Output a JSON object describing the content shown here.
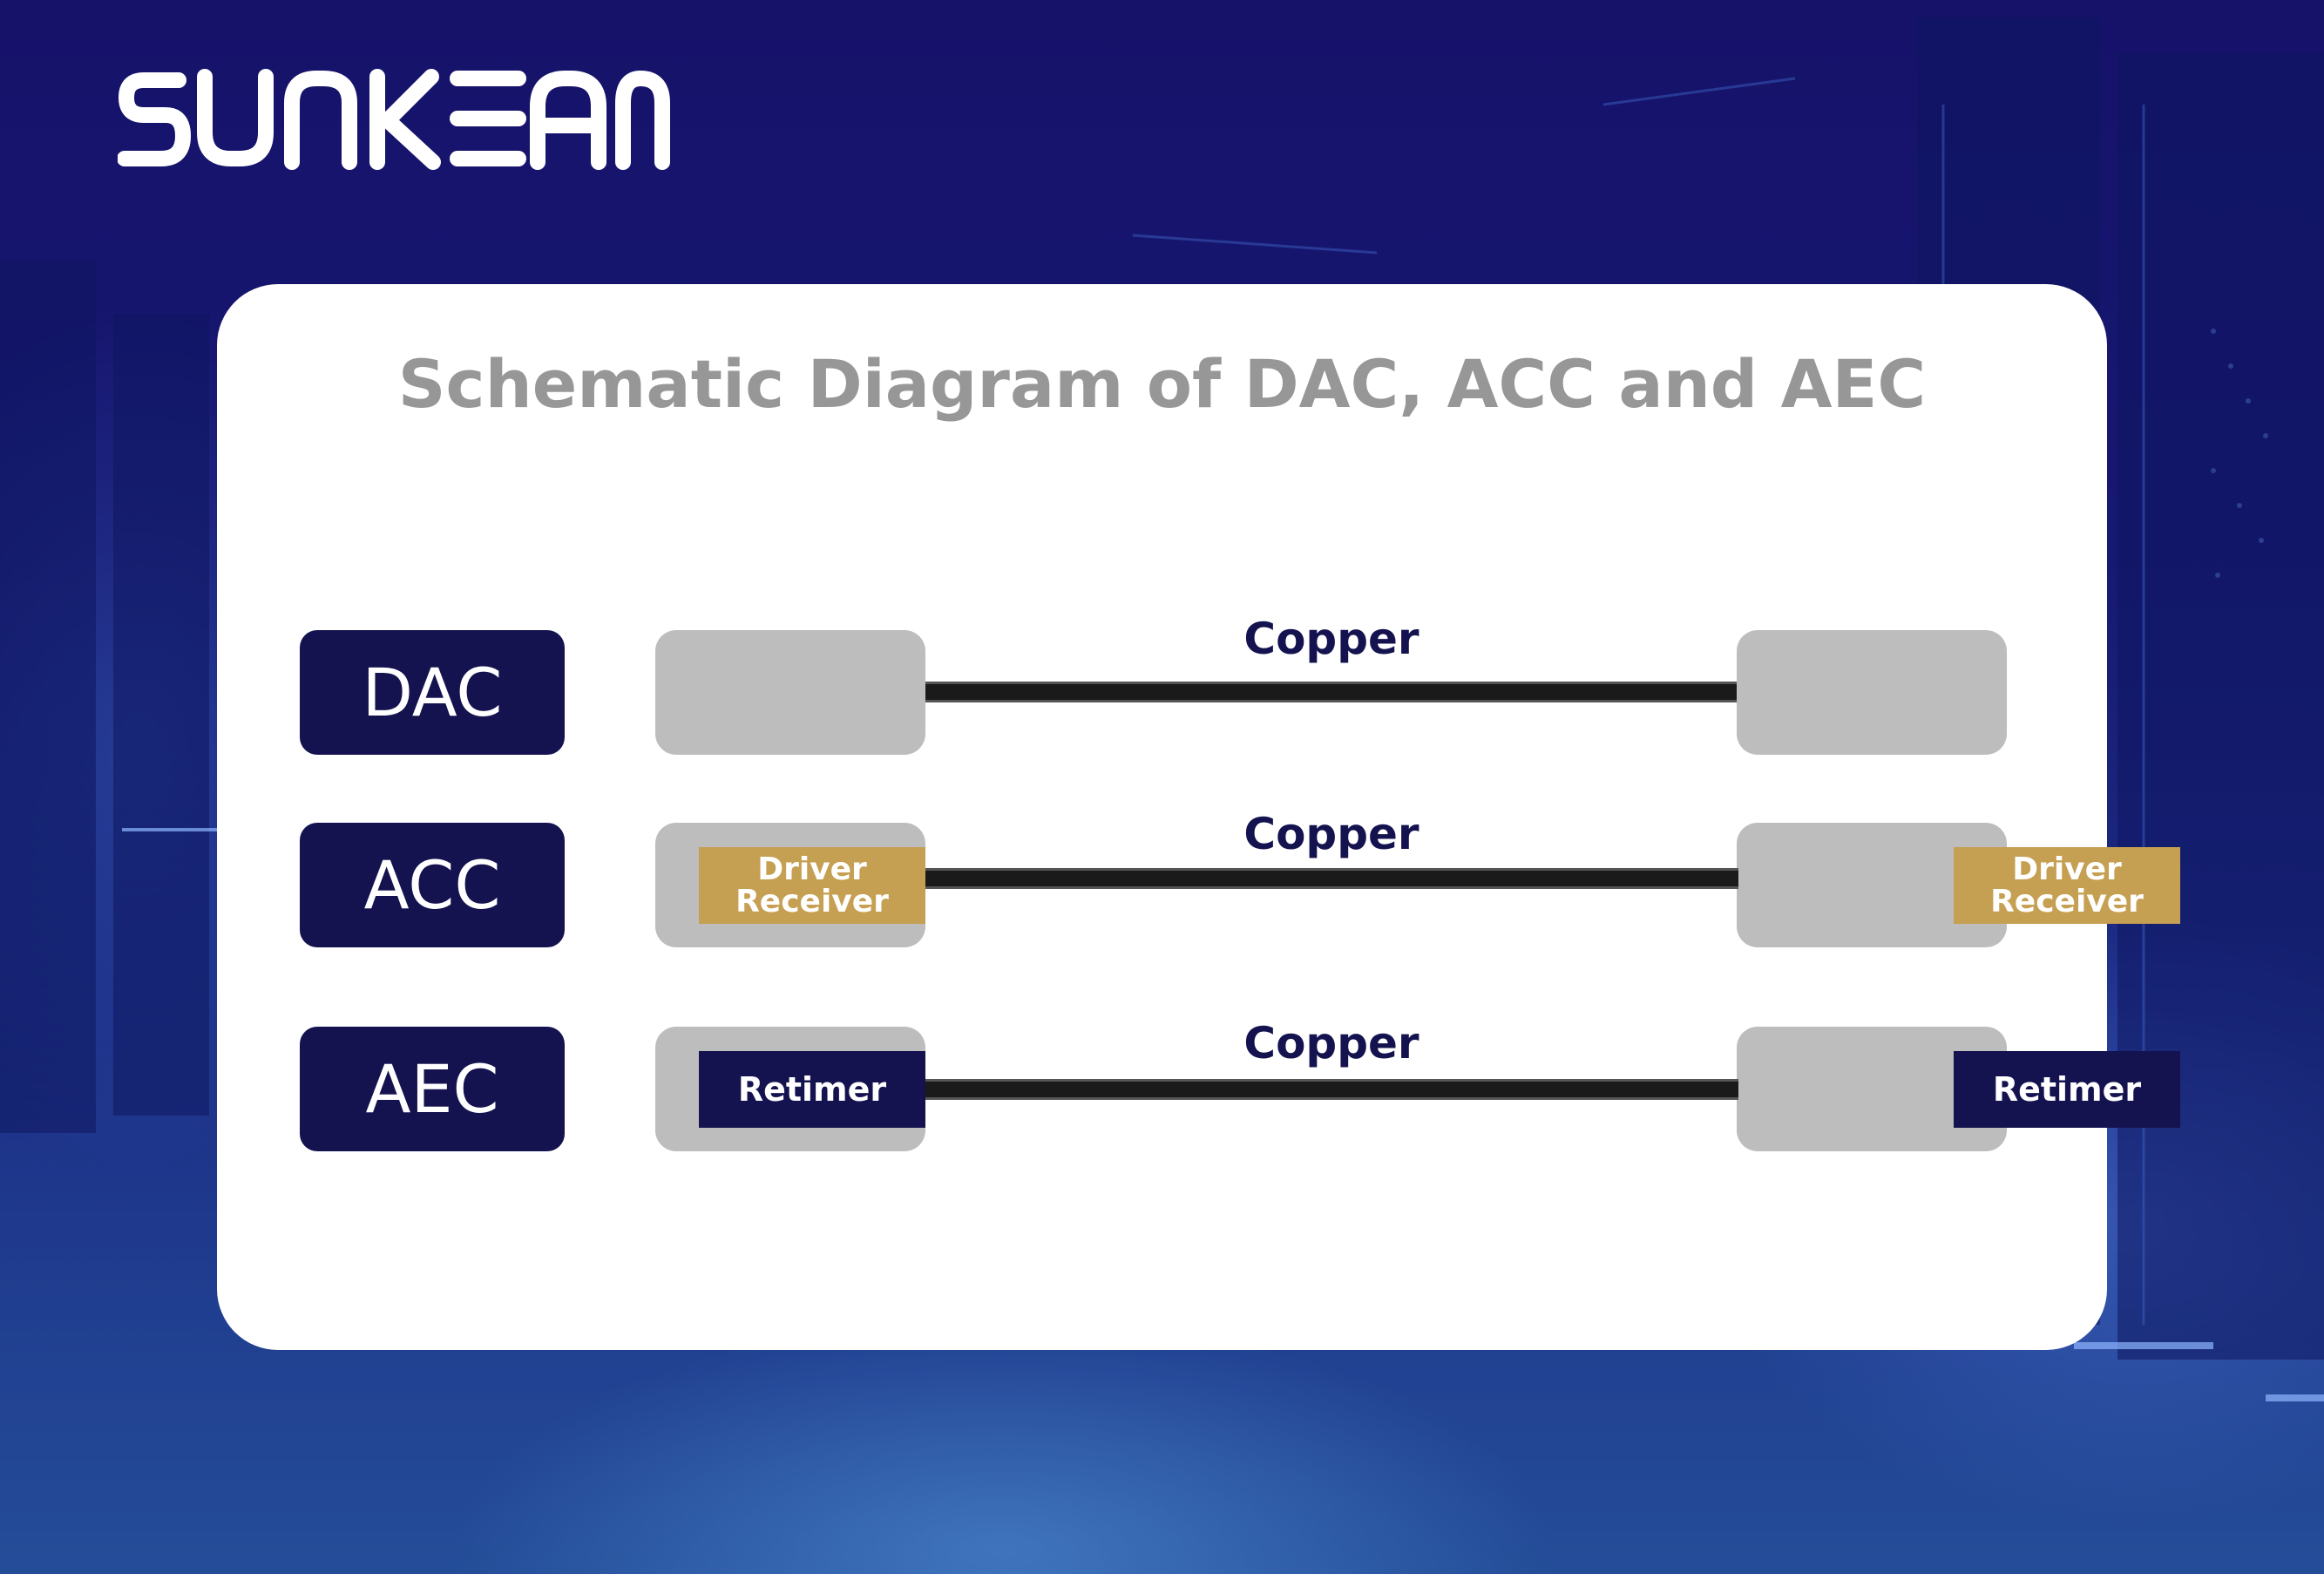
{
  "brand": {
    "logo_text": "SUNKEAN"
  },
  "diagram": {
    "title": "Schematic Diagram of DAC, ACC and AEC",
    "rows": [
      {
        "label": "DAC",
        "cable_label": "Copper",
        "module_chip": ""
      },
      {
        "label": "ACC",
        "cable_label": "Copper",
        "module_chip_line1": "Driver",
        "module_chip_line2": "Receiver"
      },
      {
        "label": "AEC",
        "cable_label": "Copper",
        "module_chip": "Retimer"
      }
    ]
  },
  "colors": {
    "background": "#16126a",
    "card": "#ffffff",
    "title": "#979797",
    "label_box": "#141350",
    "module": "#bdbdbd",
    "cable": "#1a1a1a",
    "driver_receiver_chip": "#c6a052",
    "retimer_chip": "#141350"
  }
}
